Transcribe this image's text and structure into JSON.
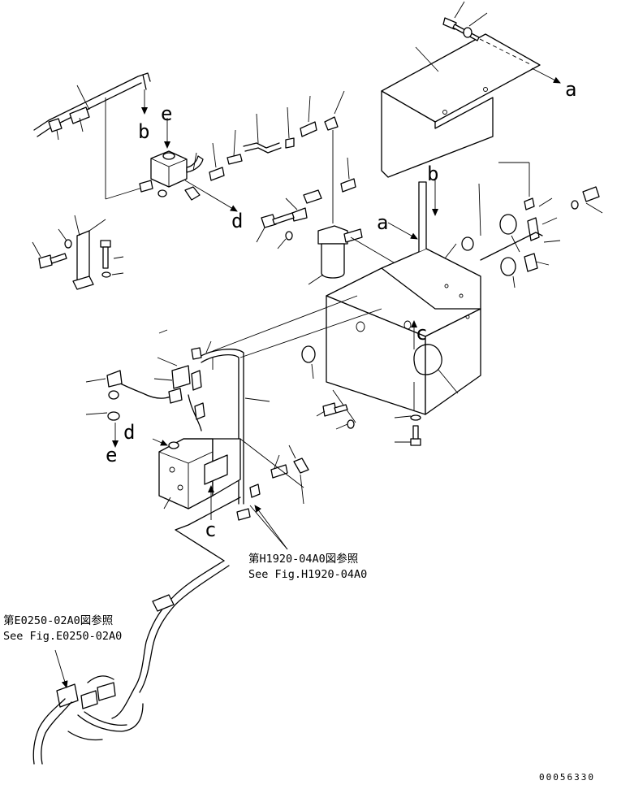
{
  "diagram": {
    "letters": {
      "a": "a",
      "b": "b",
      "c": "c",
      "d": "d",
      "e": "e"
    },
    "refs": {
      "h1920_jp": "第H1920-04A0図参照",
      "h1920_en": "See Fig.H1920-04A0",
      "e0250_jp": "第E0250-02A0図参照",
      "e0250_en": "See Fig.E0250-02A0"
    },
    "drawing_code": "00056330"
  }
}
